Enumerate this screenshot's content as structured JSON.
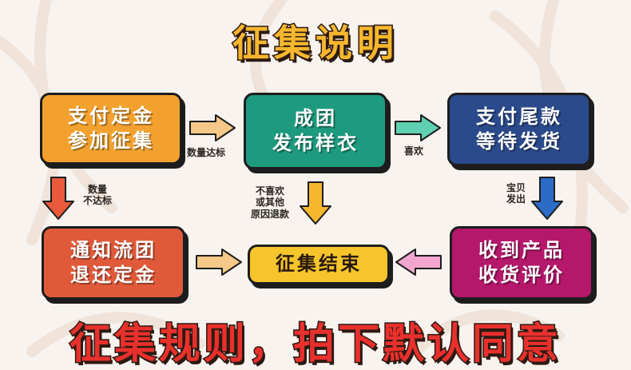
{
  "title": "征集说明",
  "boxes": {
    "pay_deposit": {
      "line1": "支付定金",
      "line2": "参加征集"
    },
    "group_formed": {
      "line1": "成团",
      "line2": "发布样衣"
    },
    "pay_balance": {
      "line1": "支付尾款",
      "line2": "等待发货"
    },
    "notify_refund": {
      "line1": "通知流团",
      "line2": "退还定金"
    },
    "collection_end": {
      "line1": "征集结束"
    },
    "receive_review": {
      "line1": "收到产品",
      "line2": "收货评价"
    }
  },
  "arrow_labels": {
    "quantity_reached": "数量达标",
    "like": "喜欢",
    "quantity_not_reached_1": "数量",
    "quantity_not_reached_2": "不达标",
    "dislike_1": "不喜欢",
    "dislike_2": "或其他",
    "dislike_3": "原因退款",
    "shipped_1": "宝贝",
    "shipped_2": "发出"
  },
  "footer": "征集规则，拍下默认同意",
  "colors": {
    "title_fill": "#f6b72e",
    "orange": "#f3a12e",
    "teal": "#1e9a7e",
    "navy": "#2b4a8b",
    "red": "#e05a3a",
    "yellow": "#f6c52b",
    "purple": "#b5186a",
    "footer_fill": "#e8302c"
  }
}
